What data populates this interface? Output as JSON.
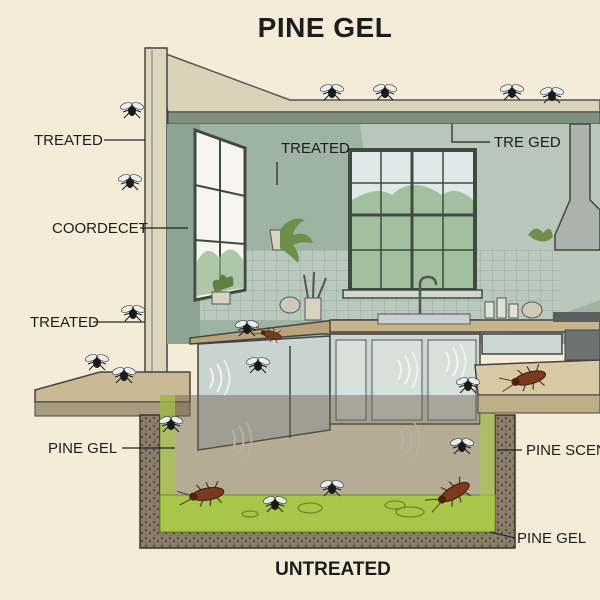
{
  "title": "PINE GEL",
  "labels": {
    "treated_left_top": "TREATED",
    "coordecet": "COORDECET",
    "treated_left_bottom": "TREATED",
    "pine_gel_left": "PINE GEL",
    "treated_wall": "TREATED",
    "tre_ged": "TRE GED",
    "pine_scent": "PINE SCEN",
    "pine_gel_bottom": "PINE GEL",
    "untreated": "UNTREATED"
  },
  "colors": {
    "background": "#f4ecd8",
    "wall": "#9fb3a3",
    "tile": "#b9c9bd",
    "gel": "#a8c64a",
    "cockroach": "#7a3a1c"
  }
}
